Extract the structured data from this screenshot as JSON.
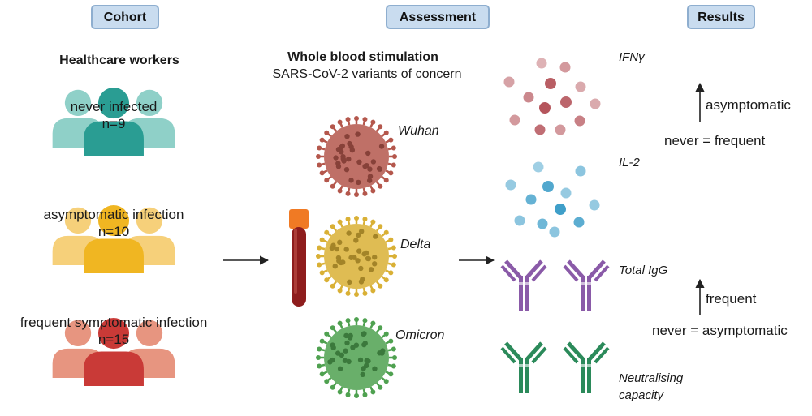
{
  "headers": {
    "cohort": "Cohort",
    "assessment": "Assessment",
    "results": "Results"
  },
  "cohort": {
    "title": "Healthcare workers",
    "groups": [
      {
        "label": "never infected",
        "n": "n=9",
        "color": "#2a9d93",
        "light": "#8fd0c8"
      },
      {
        "label": "asymptomatic infection",
        "n": "n=10",
        "color": "#f0b622",
        "light": "#f6d07a"
      },
      {
        "label": "frequent symptomatic infection",
        "n": "n=15",
        "color": "#c93a37",
        "light": "#e79580"
      }
    ]
  },
  "assessment": {
    "title": "Whole blood stimulation",
    "subtitle": "SARS-CoV-2 variants of concern",
    "variants": [
      {
        "name": "Wuhan",
        "color": "#b4574c"
      },
      {
        "name": "Delta",
        "color": "#d9b035"
      },
      {
        "name": "Omicron",
        "color": "#4fa150"
      }
    ]
  },
  "results": {
    "ifng": {
      "label": "IFNγ",
      "color": "#b5555c",
      "arrow_label": "asymptomatic",
      "comparison": "never = frequent"
    },
    "il2": {
      "label": "IL-2",
      "color": "#3f9fc9"
    },
    "igg": {
      "label": "Total IgG",
      "color": "#8a5aa8",
      "arrow_label": "frequent",
      "comparison": "never = asymptomatic"
    },
    "neut": {
      "label_line1": "Neutralising",
      "label_line2": "capacity",
      "color": "#2b8a5a"
    }
  }
}
